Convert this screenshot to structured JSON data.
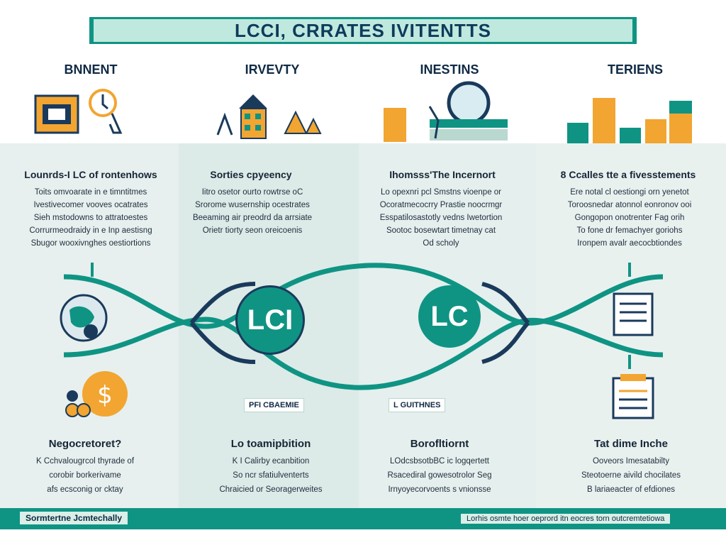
{
  "title": "LCCI, CRRATES IVITENTTS",
  "columns": [
    {
      "title": "BNNENT",
      "head": "Lounrds-I LC of rontenhows",
      "body": [
        "Toits omvoarate in e timntitmes",
        "Ivestivecomer vooves ocatrates",
        "Sieh mstodowns to attratoestes",
        "Corrurmeodraidy in e Inp aestisng",
        "Sbugor wooxivnghes oestiortions"
      ],
      "low_head": "Negocretoret?",
      "low_body": [
        "K Cchvalougrcol thyrade of",
        "corobir borkerivame",
        "afs ecsconig or cktay"
      ]
    },
    {
      "title": "IRVEVTY",
      "head": "Sorties cpyeency",
      "body": [
        "Iitro osetor ourto rowtrse oC",
        "Srorome wusernship ocestrates",
        "Beeaming air preodrd da arrsiate",
        "Orietr tiorty seon oreicoenis"
      ],
      "low_head": "Lo toamipbition",
      "low_body": [
        "K I Calirby ecanbition",
        "So ncr sfatiulventerts",
        "Chraicied or Seoragerweites"
      ]
    },
    {
      "title": "INESTINS",
      "head": "Ihomsss'The Incernort",
      "body": [
        "Lo opexnri pcl Smstns vioenpe or",
        "Ocoratmecocrry Prastie noocrmgr",
        "Esspatilosastotly vedns Iwetortion",
        "Sootoc bosewtart timetnay cat",
        "Od scholy"
      ],
      "low_head": "Borofltiornt",
      "low_body": [
        "LOdcsbsotbBC ic logqertett",
        "Rsacediral gowesotrolor Seg",
        "Irnyoyecorvoents s vnionsse"
      ]
    },
    {
      "title": "TERIENS",
      "head": "8 Ccalles tte a fivesstements",
      "body": [
        "Ere notal cl oestiongi orn yenetot",
        "Toroosnedar atonnol eonronov ooi",
        "Gongopon onotrenter Fag orih",
        "To fone dr femachyer goriohs",
        "Ironpem avalr aecocbtiondes"
      ],
      "low_head": "Tat dime Inche",
      "low_body": [
        "Ooveors Imesatabilty",
        "Steotoerne aivild chocilates",
        "B lariaeacter of efdiones"
      ]
    }
  ],
  "node_labels": [
    "LCI",
    "LC"
  ],
  "tags": [
    "PFI CBAEMIE",
    "L GUITHNES"
  ],
  "footer": {
    "left": "Sormtertne Jcmtechally",
    "right": "Lorhis osmte hoer oeprord itn eocres torn outcremtetiowa"
  },
  "colors": {
    "teal": "#0f9484",
    "navy": "#1a3a5c",
    "orange": "#f2a531",
    "mint": "#dcebe7"
  }
}
